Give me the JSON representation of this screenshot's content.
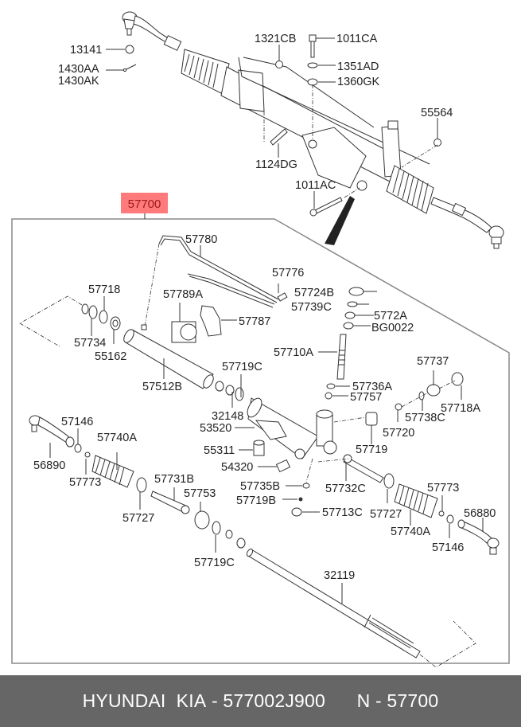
{
  "title_box": {
    "label": "57700",
    "highlight_color": "#ff7b7b",
    "text_color": "#9b1a1a"
  },
  "labels": {
    "l13141": "13141",
    "l1430AA": "1430AA",
    "l1430AK": "1430AK",
    "l1321CB": "1321CB",
    "l1011CA": "1011CA",
    "l1351AD": "1351AD",
    "l1360GK": "1360GK",
    "l55564": "55564",
    "l1124DG": "1124DG",
    "l1011AC": "1011AC",
    "l57780": "57780",
    "l57718": "57718",
    "l57789A": "57789A",
    "l57787": "57787",
    "l57734": "57734",
    "l55162": "55162",
    "l57512B": "57512B",
    "l57776": "57776",
    "l57724B": "57724B",
    "l57739C": "57739C",
    "l5772A": "5772A",
    "lBG0022": "BG0022",
    "l57710A": "57710A",
    "l57719C_a": "57719C",
    "l57736A": "57736A",
    "l57757": "57757",
    "l57737": "57737",
    "l57718A": "57718A",
    "l57738C": "57738C",
    "l32148": "32148",
    "l53520": "53520",
    "l57720": "57720",
    "l55311": "55311",
    "l57719": "57719",
    "l54320": "54320",
    "l57146_a": "57146",
    "l57740A_a": "57740A",
    "l56890": "56890",
    "l57773_a": "57773",
    "l57731B": "57731B",
    "l57753": "57753",
    "l57727_a": "57727",
    "l57735B": "57735B",
    "l57719B": "57719B",
    "l57713C": "57713C",
    "l57732C": "57732C",
    "l57727_b": "57727",
    "l57773_b": "57773",
    "l56880": "56880",
    "l57740A_b": "57740A",
    "l57146_b": "57146",
    "l57719C_b": "57719C",
    "l32119": "32119"
  },
  "footer": {
    "brand": "HYUNDAI  KIA",
    "part_number": "577002J900",
    "ref": "N - 57700",
    "separator": " - "
  }
}
